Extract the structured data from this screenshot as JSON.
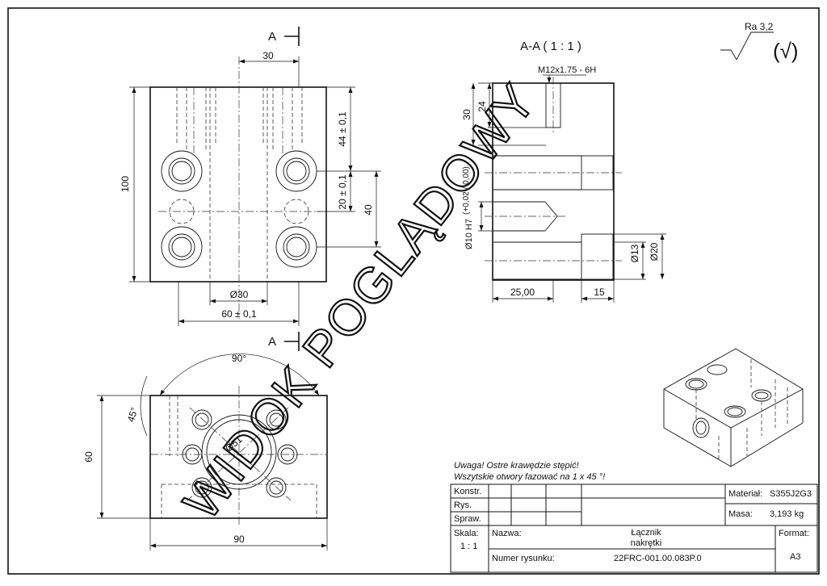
{
  "section_marker": "A",
  "section_view_title": "A-A ( 1 : 1 )",
  "roughness": {
    "symbol": "Ra 3,2",
    "general": "(√)"
  },
  "watermark": "WIDOK POGLĄDOWY",
  "front_view": {
    "dims": {
      "top_width": "30",
      "height": "100",
      "right_upper": "44 ± 0,1",
      "right_mid": "20 ± 0,1",
      "right_outer": "40",
      "bore_dia": "Ø30",
      "bottom_width": "60 ± 0,1"
    }
  },
  "section_view": {
    "dims": {
      "thread": "M12x1.75 - 6H",
      "depth_30": "30",
      "depth_24": "24",
      "tol": "(+0,02 / 0,00)",
      "pin_hole": "Ø10 H7",
      "d13": "Ø13",
      "d20": "Ø20",
      "left_len": "25,00",
      "right_len": "15"
    }
  },
  "top_view": {
    "dims": {
      "angle_90": "90°",
      "angle_45": "45°",
      "bore": "Ø51",
      "height": "60",
      "width": "90"
    }
  },
  "notes": [
    "Uwaga! Ostre krawędzie stępić!",
    "Wszytskie otwory fazować na 1 x 45 °!"
  ],
  "title_block": {
    "rows": [
      "Konstr.",
      "Rys.",
      "Spraw."
    ],
    "material_label": "Materiał:",
    "material_value": "S355J2G3",
    "mass_label": "Masa:",
    "mass_value": "3,193 kg",
    "scale_label": "Skala:",
    "scale_value": "1 : 1",
    "name_label": "Nazwa:",
    "name_line1": "Łącznik",
    "name_line2": "nakrętki",
    "drawing_no_label": "Numer rysunku:",
    "drawing_no_value": "22FRC-001.00.083P.0",
    "format_label": "Format:",
    "format_value": "A3"
  }
}
